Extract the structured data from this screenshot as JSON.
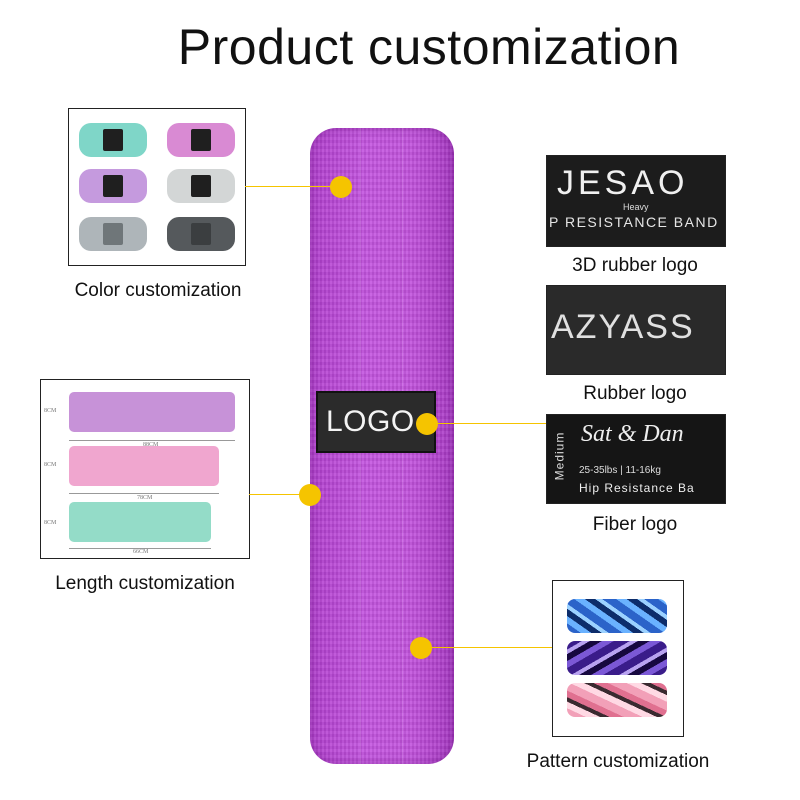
{
  "title": "Product customization",
  "logo_patch_text": "LOGO",
  "captions": {
    "color": "Color customization",
    "length": "Length customization",
    "rubber3d": "3D rubber logo",
    "rubber": "Rubber logo",
    "fiber": "Fiber logo",
    "pattern": "Pattern customization"
  },
  "rubber3d_label": {
    "brand": "JESAO",
    "small": "Heavy",
    "line": "P RESISTANCE BAND"
  },
  "rubber_label": {
    "text": "AZYASS"
  },
  "fiber_label": {
    "side": "Medium",
    "script": "Sat & Dan",
    "weights": "25-35lbs | 11-16kg",
    "line": "Hip Resistance Ba"
  },
  "length_labels": {
    "widths": [
      "8CM",
      "8CM",
      "8CM"
    ],
    "lengths": [
      "88CM",
      "78CM",
      "66CM"
    ]
  },
  "colors": {
    "band": "#c252dd",
    "accent": "#f5c400",
    "mini_bands": [
      "#7fd6c8",
      "#d98ad3",
      "#c59ade",
      "#d3d6d6",
      "#aeb5b9",
      "#55595c"
    ],
    "length_bands": [
      "#c792d8",
      "#f0a6cf",
      "#94dcc8"
    ]
  }
}
